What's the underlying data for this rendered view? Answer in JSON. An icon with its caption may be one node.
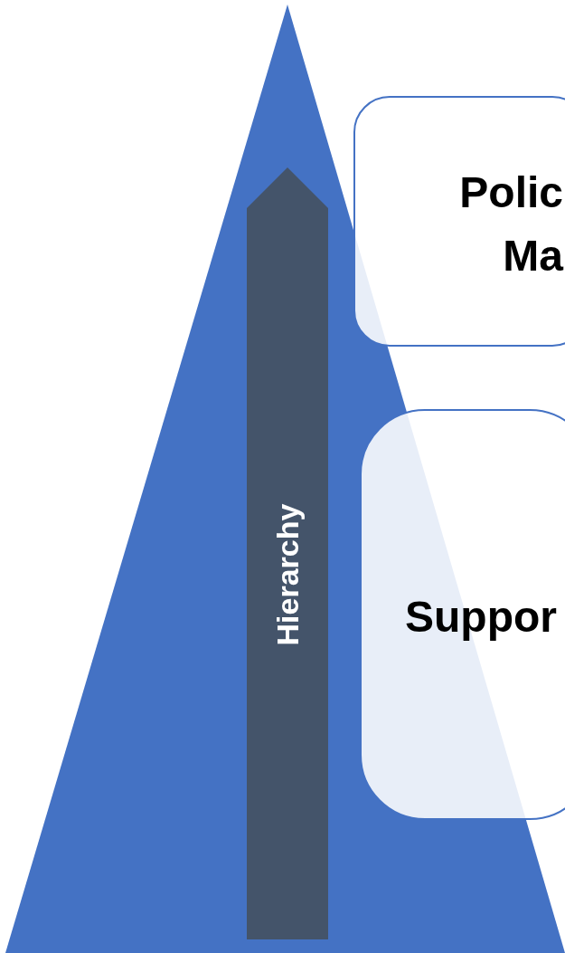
{
  "diagram": {
    "nodes": [
      {
        "text": [
          "Hierarchy"
        ]
      },
      {
        "text": [
          "Polic Ma"
        ]
      },
      {
        "text": [
          "Suppor"
        ]
      }
    ]
  }
}
